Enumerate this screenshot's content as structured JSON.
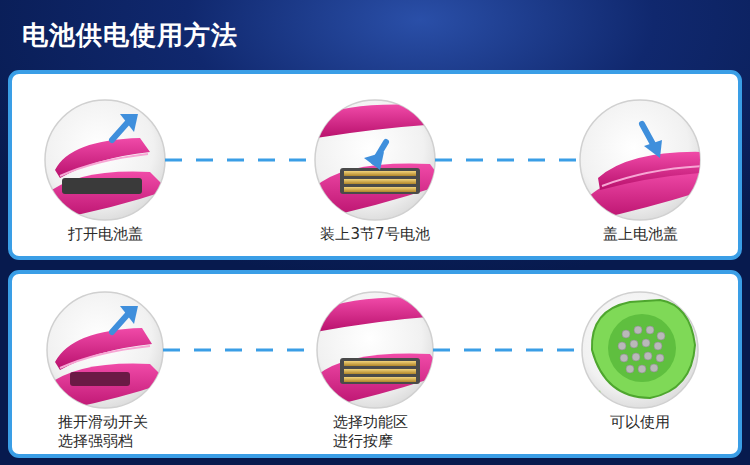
{
  "diagram": {
    "title": "电池供电使用方法",
    "nodes": [
      {
        "text": [
          "打开电池盖"
        ]
      },
      {
        "text": [
          "装上3节7号电池"
        ]
      },
      {
        "text": [
          "盖上电池盖"
        ]
      },
      {
        "text": [
          "推开滑动开关 选择强弱档"
        ]
      },
      {
        "text": [
          "选择功能区 进行按摩"
        ]
      },
      {
        "text": [
          "可以使用"
        ]
      }
    ],
    "edges": [
      {
        "from": 0,
        "to": 1,
        "arrow": "none"
      },
      {
        "from": 1,
        "to": 2,
        "arrow": "none"
      },
      {
        "from": 3,
        "to": 4,
        "arrow": "none"
      },
      {
        "from": 4,
        "to": 5,
        "arrow": "none"
      }
    ]
  }
}
